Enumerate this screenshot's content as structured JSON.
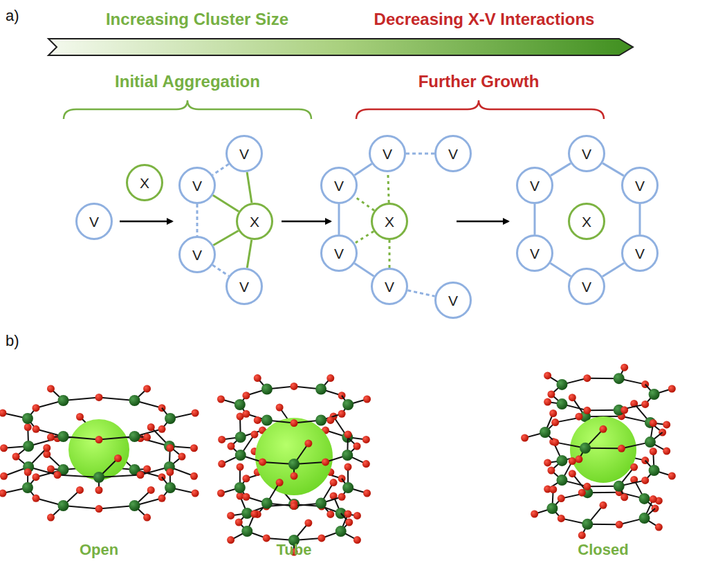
{
  "diagram": {
    "nodes": [
      {
        "text": [
          "V"
        ]
      },
      {
        "text": [
          "X"
        ]
      },
      {
        "text": [
          "V"
        ]
      },
      {
        "text": [
          "V"
        ]
      },
      {
        "text": [
          "X"
        ]
      },
      {
        "text": [
          "V"
        ]
      },
      {
        "text": [
          "V"
        ]
      },
      {
        "text": [
          "V"
        ]
      },
      {
        "text": [
          "V"
        ]
      },
      {
        "text": [
          "V"
        ]
      },
      {
        "text": [
          "X"
        ]
      },
      {
        "text": [
          "V"
        ]
      },
      {
        "text": [
          "V"
        ]
      },
      {
        "text": [
          "V"
        ]
      },
      {
        "text": [
          "V"
        ]
      },
      {
        "text": [
          "V"
        ]
      },
      {
        "text": [
          "V"
        ]
      },
      {
        "text": [
          "X"
        ]
      },
      {
        "text": [
          "V"
        ]
      },
      {
        "text": [
          "V"
        ]
      },
      {
        "text": [
          "V"
        ]
      }
    ],
    "edges": [
      {
        "from": 2,
        "to": 3,
        "arrow": "none"
      },
      {
        "from": 3,
        "to": 5,
        "arrow": "none"
      },
      {
        "from": 5,
        "to": 6,
        "arrow": "none"
      },
      {
        "from": 4,
        "to": 2,
        "arrow": "none"
      },
      {
        "from": 4,
        "to": 3,
        "arrow": "none"
      },
      {
        "from": 4,
        "to": 5,
        "arrow": "none"
      },
      {
        "from": 4,
        "to": 6,
        "arrow": "none"
      },
      {
        "from": 7,
        "to": 9,
        "arrow": "none"
      },
      {
        "from": 9,
        "to": 11,
        "arrow": "none"
      },
      {
        "from": 11,
        "to": 12,
        "arrow": "none"
      },
      {
        "from": 7,
        "to": 8,
        "arrow": "none"
      },
      {
        "from": 12,
        "to": 13,
        "arrow": "none"
      },
      {
        "from": 10,
        "to": 7,
        "arrow": "none"
      },
      {
        "from": 10,
        "to": 9,
        "arrow": "none"
      },
      {
        "from": 10,
        "to": 11,
        "arrow": "none"
      },
      {
        "from": 10,
        "to": 12,
        "arrow": "none"
      },
      {
        "from": 14,
        "to": 15,
        "arrow": "none"
      },
      {
        "from": 14,
        "to": 16,
        "arrow": "none"
      },
      {
        "from": 15,
        "to": 18,
        "arrow": "none"
      },
      {
        "from": 16,
        "to": 19,
        "arrow": "none"
      },
      {
        "from": 18,
        "to": 20,
        "arrow": "none"
      },
      {
        "from": 19,
        "to": 20,
        "arrow": "none"
      }
    ],
    "labels": [
      "a)",
      "Increasing Cluster Size",
      "Decreasing X-V Interactions",
      "Initial Aggregation",
      "Further Growth",
      "b)",
      "Open",
      "Tube",
      "Closed"
    ]
  }
}
